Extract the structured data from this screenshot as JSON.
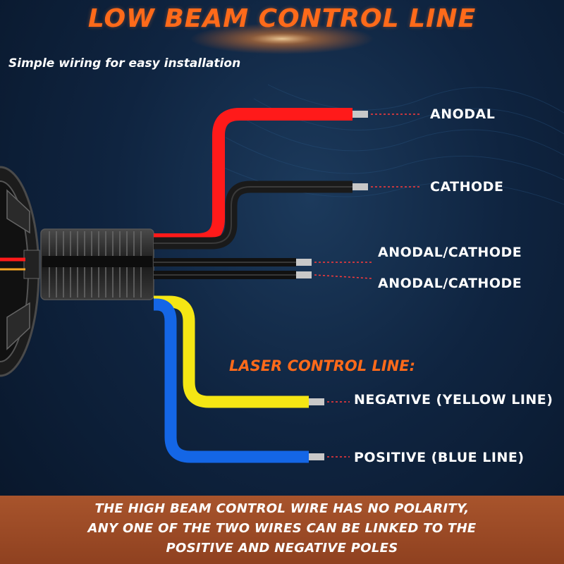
{
  "title": "LOW BEAM CONTROL LINE",
  "subtitle": "Simple wiring for easy installation",
  "labels": {
    "anodal": "ANODAL",
    "cathode": "CATHODE",
    "anodal_cathode_1": "ANODAL/CATHODE",
    "anodal_cathode_2": "ANODAL/CATHODE",
    "laser_control": "LASER CONTROL LINE:",
    "negative": "NEGATIVE (YELLOW LINE)",
    "positive": "POSITIVE (BLUE LINE)"
  },
  "footer": {
    "line1": "THE HIGH BEAM CONTROL WIRE HAS NO POLARITY,",
    "line2": "ANY ONE OF THE TWO WIRES CAN BE LINKED TO THE",
    "line3": "POSITIVE AND NEGATIVE POLES"
  },
  "colors": {
    "accent": "#ff6a1a",
    "red_wire": "#ff1a1a",
    "black_wire": "#1a1a1a",
    "yellow_wire": "#f5e614",
    "blue_wire": "#1466e6",
    "footer_bg": "#9a4a24"
  }
}
